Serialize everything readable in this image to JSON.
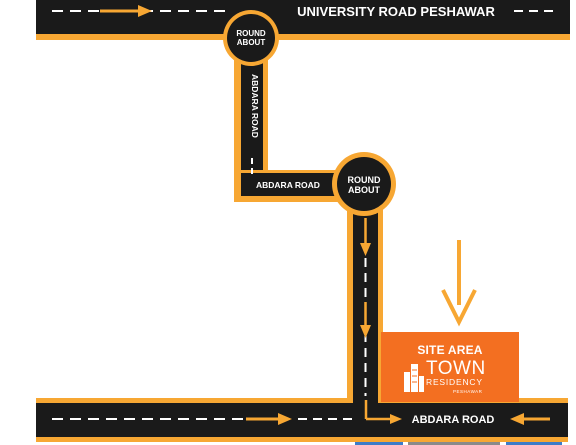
{
  "roads": {
    "top": "UNIVERSITY ROAD PESHAWAR",
    "vertical": "ABDARA ROAD",
    "middle": "ABDARA ROAD",
    "bottom": "ABDARA ROAD"
  },
  "roundabouts": {
    "first": {
      "line1": "ROUND",
      "line2": "ABOUT"
    },
    "second": {
      "line1": "ROUND",
      "line2": "ABOUT"
    }
  },
  "site": {
    "title": "SITE AREA",
    "brand_main": "TOWN",
    "brand_sub": "RESIDENCY",
    "brand_city": "PESHAWAR"
  },
  "colors": {
    "road": "#1a1a1a",
    "border": "#f7a733",
    "site_box": "#f36f21",
    "arrow": "#f7a733"
  },
  "icons": [
    "arrow-right-icon",
    "arrow-left-icon",
    "arrow-down-icon",
    "building-logo-icon"
  ]
}
